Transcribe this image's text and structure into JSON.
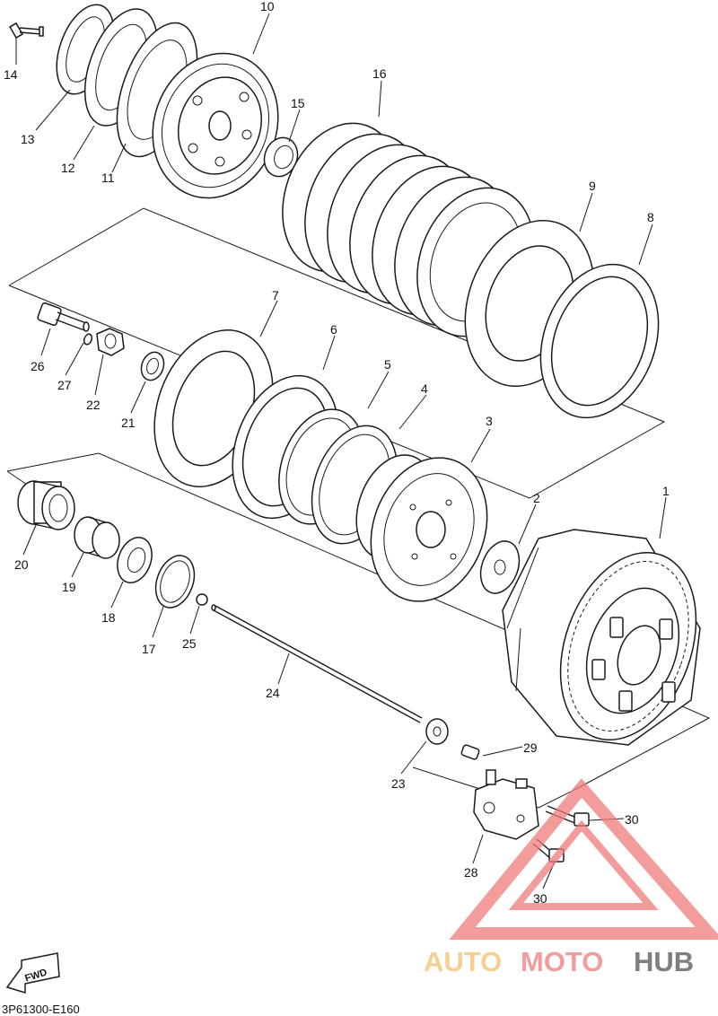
{
  "diagram": {
    "labels": [
      "1",
      "2",
      "3",
      "4",
      "5",
      "6",
      "7",
      "8",
      "9",
      "10",
      "11",
      "12",
      "13",
      "14",
      "15",
      "16",
      "17",
      "18",
      "19",
      "20",
      "21",
      "22",
      "23",
      "24",
      "25",
      "26",
      "27",
      "28",
      "29",
      "30",
      "30"
    ],
    "fwd_label": "FWD",
    "diagram_code": "3P61300-E160"
  },
  "watermark": {
    "part1": "AUTO",
    "part2": "MOTO",
    "part3": "HUB",
    "colors": {
      "auto": "#f5c06e",
      "moto": "#f07b7b",
      "hub": "#555555",
      "triangle": "#f07b7b"
    }
  }
}
